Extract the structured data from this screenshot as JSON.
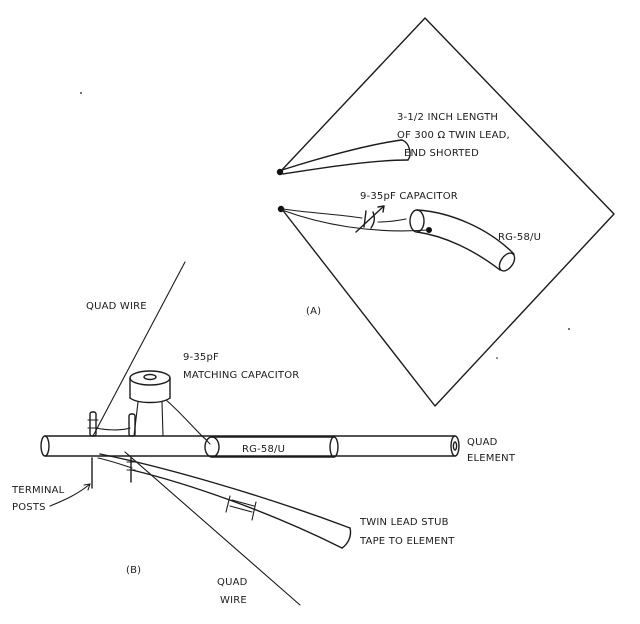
{
  "panel_a": {
    "label": "(A)",
    "twin_lead_label": [
      "3-1/2 INCH LENGTH",
      "OF 300 Ω  TWIN LEAD,",
      "END SHORTED"
    ],
    "capacitor_label": "9-35pF CAPACITOR",
    "coax_label": "RG-58/U"
  },
  "panel_b": {
    "label": "(B)",
    "quad_wire_top": "QUAD WIRE",
    "matching_cap_label": [
      "9-35pF",
      "MATCHING CAPACITOR"
    ],
    "coax_label": "RG-58/U",
    "quad_element_label": [
      "QUAD",
      "ELEMENT"
    ],
    "terminal_posts_label": [
      "TERMINAL",
      "POSTS"
    ],
    "stub_label": [
      "TWIN LEAD STUB",
      "TAPE TO ELEMENT"
    ],
    "quad_wire_bottom": [
      "QUAD",
      "WIRE"
    ]
  }
}
